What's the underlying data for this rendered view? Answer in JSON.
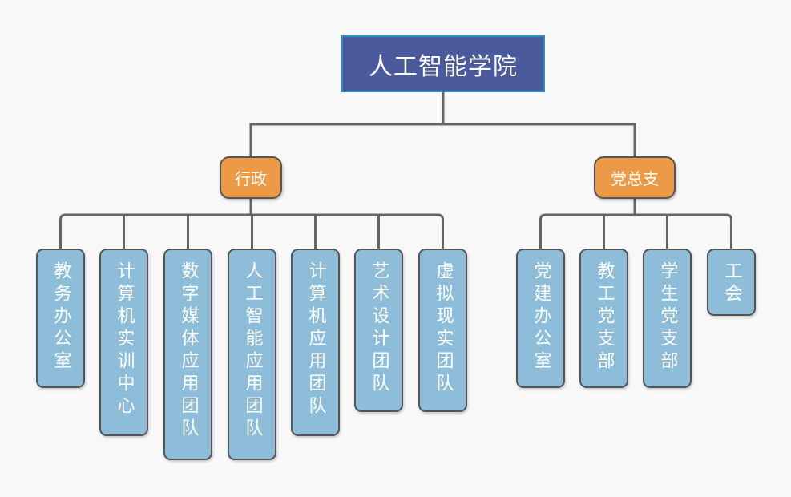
{
  "root": {
    "label": "人工智能学院"
  },
  "branches": [
    {
      "label": "行政",
      "children": [
        "教务办公室",
        "计算机实训中心",
        "数字媒体应用团队",
        "人工智能应用团队",
        "计算机应用团队",
        "艺术设计团队",
        "虚拟现实团队"
      ]
    },
    {
      "label": "党总支",
      "children": [
        "党建办公室",
        "教工党支部",
        "学生党支部",
        "工会"
      ]
    }
  ],
  "colors": {
    "root_fill": "#4a5a9c",
    "root_border": "#2b8ccc",
    "branch_fill": "#ec9a45",
    "leaf_fill": "#8dbdd8",
    "connector": "#666666",
    "background": "#f8f8f8"
  }
}
